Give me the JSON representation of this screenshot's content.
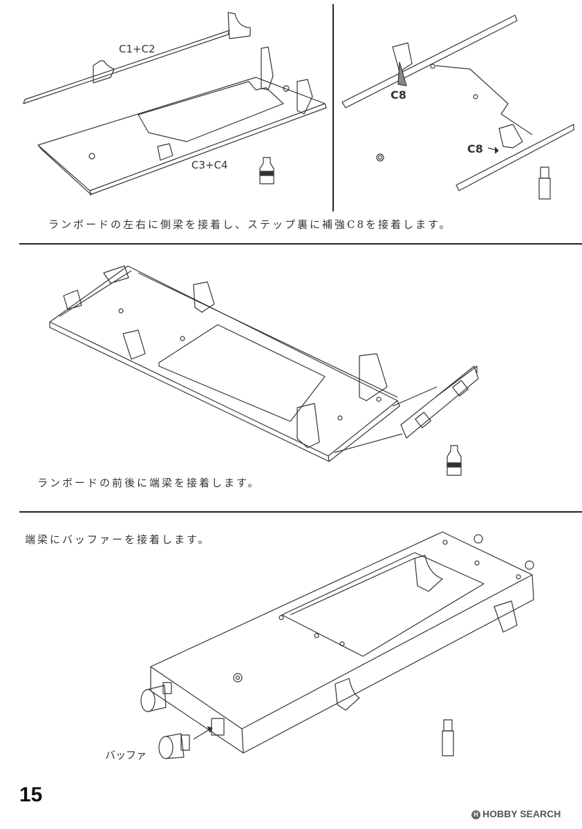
{
  "page_number": "15",
  "watermark": {
    "brand": "HOBBY SEARCH",
    "mark": "H"
  },
  "step1": {
    "label_c1c2": "C1+C2",
    "label_c3c4": "C3+C4",
    "label_c8_top": "C8",
    "label_c8_bottom": "C8",
    "caption": "ランボードの左右に側梁を接着し、ステップ裏に補強C8を接着します。"
  },
  "step2": {
    "caption": "ランボードの前後に端梁を接着します。"
  },
  "step3": {
    "caption": "端梁にバッファーを接着します。",
    "label_buffer": "バッファ"
  },
  "icons": [
    "glue-bottle-icon",
    "glue-tube-icon"
  ]
}
